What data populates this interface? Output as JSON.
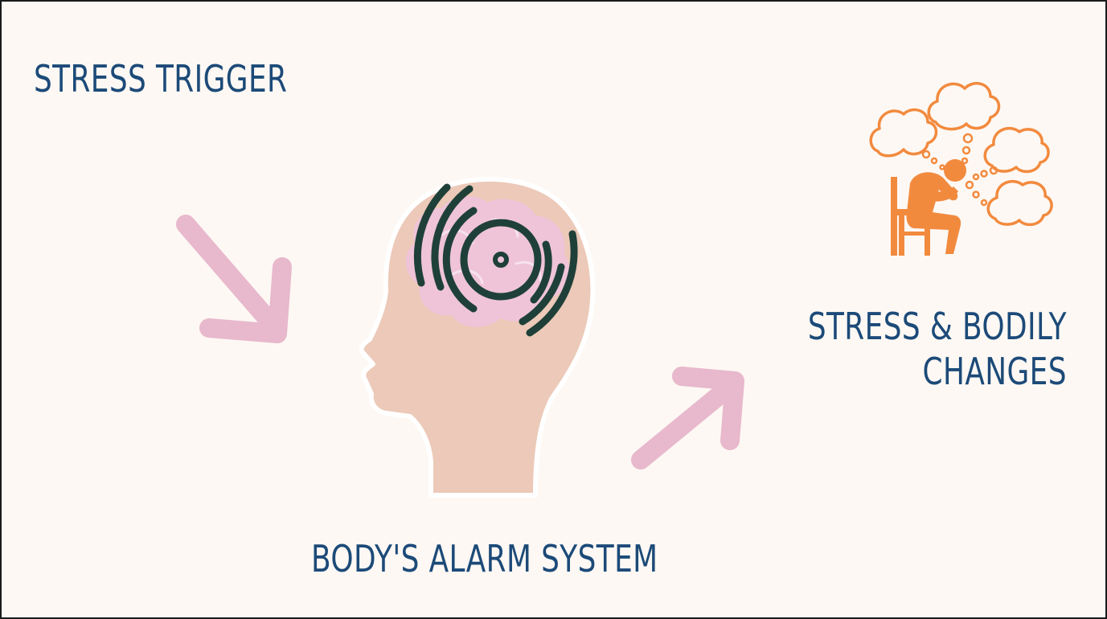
{
  "nodes": {
    "trigger": "STRESS TRIGGER",
    "stress_line1": "STRESS & BODILY",
    "stress_line2": "CHANGES",
    "alarm": "BODY'S ALARM SYSTEM"
  },
  "colors": {
    "background": "#fdf8f4",
    "text": "#1c4a78",
    "arrow": "#e8b8cc",
    "head": "#ecc9b8",
    "brain": "#efc3dc",
    "signal_rings": "#1f4038",
    "person": "#f28a3e"
  },
  "icons": [
    "arrow-down-right-icon",
    "arrow-up-right-icon",
    "head-with-alarm-icon",
    "worried-person-thought-clouds-icon"
  ]
}
